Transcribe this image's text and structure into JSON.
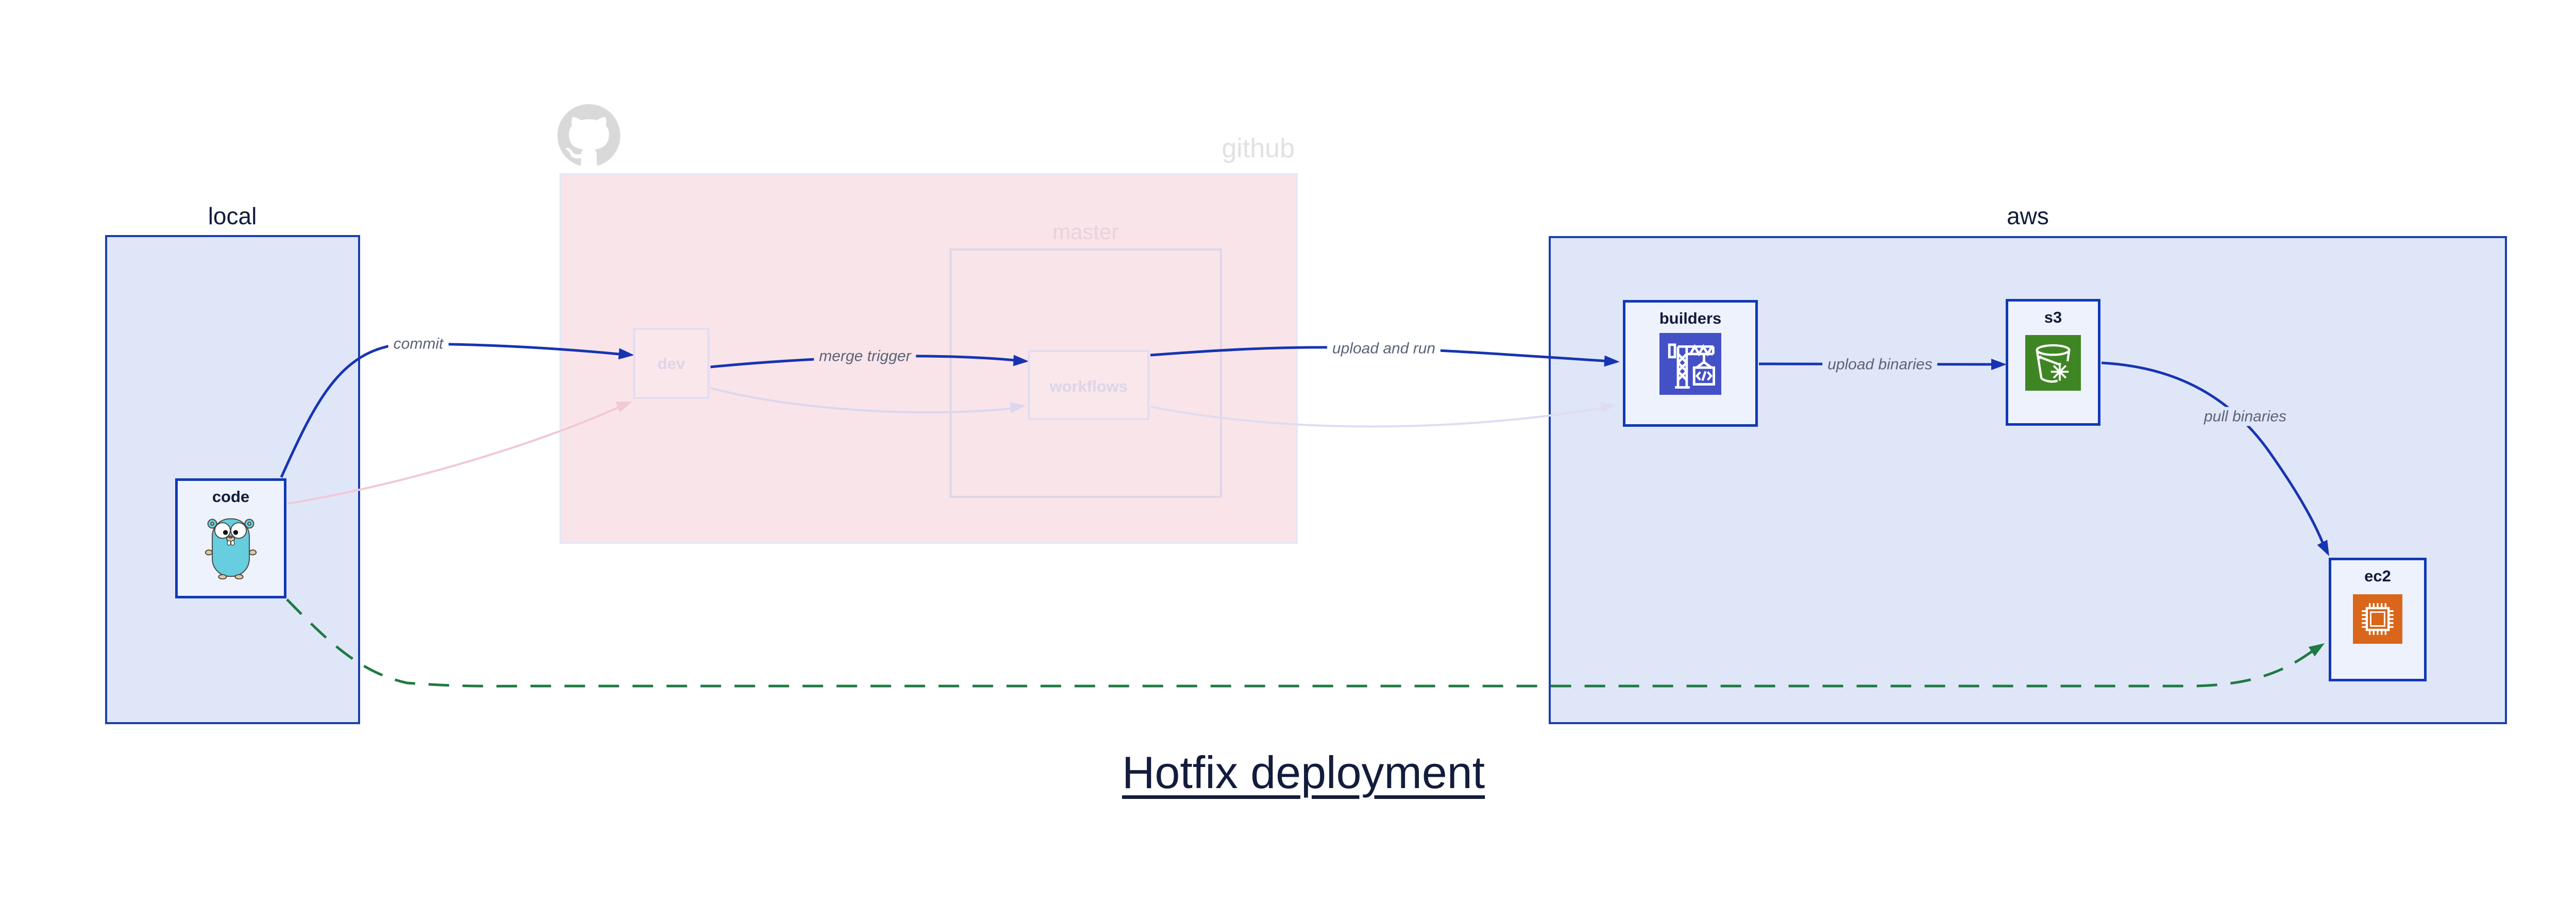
{
  "title": "Hotfix deployment",
  "containers": {
    "local": {
      "label": "local"
    },
    "github": {
      "label": "github",
      "icon": "github-octocat-icon"
    },
    "master": {
      "label": "master"
    },
    "aws": {
      "label": "aws"
    }
  },
  "nodes": {
    "code": {
      "label": "code",
      "icon": "go-gopher-icon"
    },
    "dev": {
      "label": "dev"
    },
    "workflows": {
      "label": "workflows"
    },
    "builders": {
      "label": "builders",
      "icon": "codebuild-crane-icon",
      "icon_color": "#4450c5"
    },
    "s3": {
      "label": "s3",
      "icon": "s3-glacier-bucket-icon",
      "icon_color": "#3e8624"
    },
    "ec2": {
      "label": "ec2",
      "icon": "ec2-chip-icon",
      "icon_color": "#d9661a"
    }
  },
  "edges": [
    {
      "id": "commit",
      "label": "commit",
      "from": "code",
      "to": "dev",
      "style": "solid",
      "color": "#1634b2"
    },
    {
      "id": "merge-trigger",
      "label": "merge trigger",
      "from": "dev",
      "to": "workflows",
      "style": "solid",
      "color": "#1634b2"
    },
    {
      "id": "upload-and-run",
      "label": "upload and run",
      "from": "workflows",
      "to": "builders",
      "style": "solid",
      "color": "#1634b2"
    },
    {
      "id": "upload-binaries",
      "label": "upload binaries",
      "from": "builders",
      "to": "s3",
      "style": "solid",
      "color": "#1634b2"
    },
    {
      "id": "pull-binaries",
      "label": "pull binaries",
      "from": "s3",
      "to": "ec2",
      "style": "solid",
      "color": "#1634b2"
    },
    {
      "id": "hotfix-path",
      "from": "code",
      "to": "ec2",
      "style": "dashed",
      "color": "#1e7a42"
    },
    {
      "id": "faded-commit-path",
      "from": "code",
      "to": "dev",
      "style": "faded",
      "color": "#f1c8d6"
    },
    {
      "id": "faded-merge-path",
      "from": "dev",
      "to": "workflows",
      "style": "faded",
      "color": "#dbd7ef"
    },
    {
      "id": "faded-run-path",
      "from": "workflows",
      "to": "builders",
      "style": "faded",
      "color": "#dfdcf2"
    }
  ],
  "colors": {
    "flow_blue": "#1634b2",
    "hotfix_green": "#1e7a42",
    "container_fill_blue": "#dfe6f8",
    "container_border_blue": "#1a3fae",
    "github_fill_pink": "#f9e4e9",
    "node_fill": "#eef2fc",
    "node_border_blue": "#1138b5",
    "text_dark": "#131c3b",
    "edge_label_gray": "#5c6377",
    "faded_pink": "#f1c8d6",
    "faded_lavender": "#dbd7ef",
    "octocat_gray": "#d9d9d9"
  }
}
